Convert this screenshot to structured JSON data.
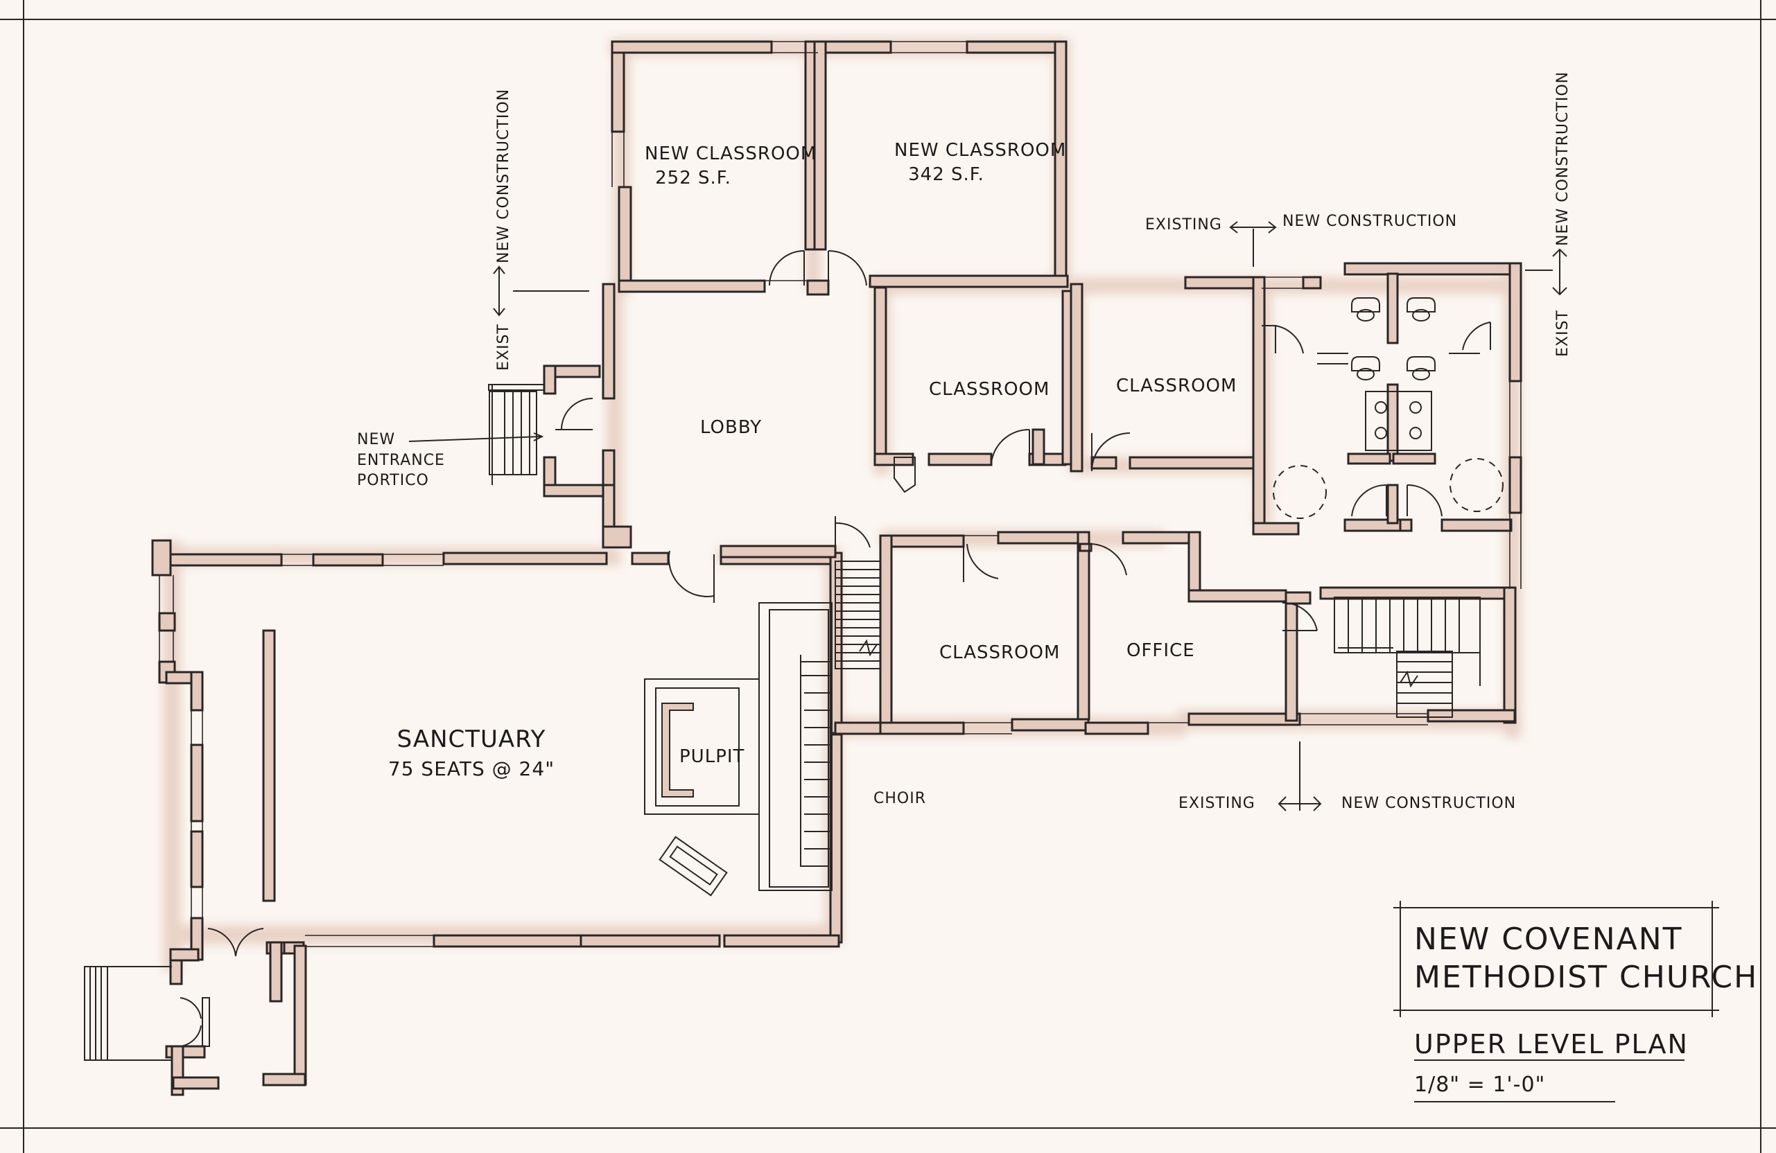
{
  "title": {
    "line1": "NEW COVENANT",
    "line2": "METHODIST CHURCH",
    "plan": "UPPER LEVEL PLAN",
    "scale": "1/8\" = 1'-0\""
  },
  "rooms": {
    "new_classroom_1": {
      "name": "NEW CLASSROOM",
      "area": "252 S.F."
    },
    "new_classroom_2": {
      "name": "NEW CLASSROOM",
      "area": "342 S.F."
    },
    "classroom_a": "CLASSROOM",
    "classroom_b": "CLASSROOM",
    "classroom_c": "CLASSROOM",
    "office": "OFFICE",
    "lobby": "LOBBY",
    "sanctuary": {
      "name": "SANCTUARY",
      "seats": "75 SEATS @ 24\""
    },
    "pulpit": "PULPIT",
    "choir": "CHOIR"
  },
  "annotations": {
    "entrance": [
      "NEW",
      "ENTRANCE",
      "PORTICO"
    ],
    "left_exist": "EXIST",
    "left_new": "NEW CONSTRUCTION",
    "top_existing": "EXISTING",
    "top_new": "NEW CONSTRUCTION",
    "right_exist": "EXIST",
    "right_new": "NEW CONSTRUCTION",
    "bottom_existing": "EXISTING",
    "bottom_new": "NEW CONSTRUCTION"
  },
  "colors": {
    "paper": "#fbf6f1",
    "wall_fill": "#e2c8b8",
    "wall_shadow": "#d7b3a3",
    "ink": "#2a2626"
  }
}
